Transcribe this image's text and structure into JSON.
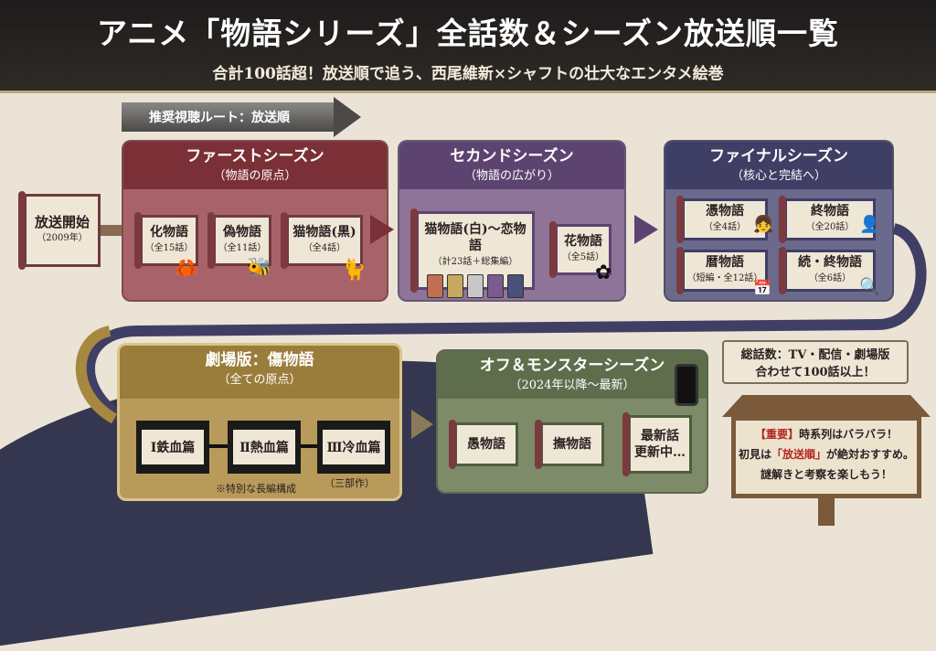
{
  "header": {
    "title": "アニメ「物語シリーズ」全話数＆シーズン放送順一覧",
    "subtitle": "合計100話超！放送順で追う、西尾維新×シャフトの壮大なエンタメ絵巻"
  },
  "route": "推奨視聴ルート：放送順",
  "start": {
    "label": "放送開始",
    "year": "（2009年）"
  },
  "first": {
    "title": "ファーストシーズン",
    "sub": "（物語の原点）",
    "items": [
      {
        "name": "化物語",
        "eps": "（全15話）",
        "icon": "crab-icon"
      },
      {
        "name": "偽物語",
        "eps": "（全11話）",
        "icon": "bee-icon"
      },
      {
        "name": "猫物語(黒)",
        "eps": "（全4話）",
        "icon": "cat-icon"
      }
    ]
  },
  "second": {
    "title": "セカンドシーズン",
    "sub": "（物語の広がり）",
    "items": [
      {
        "name": "猫物語(白)～恋物語",
        "eps": "（計23話＋総集編）",
        "icon": "books-icon"
      },
      {
        "name": "花物語",
        "eps": "（全5話）",
        "icon": "flower-icon"
      }
    ]
  },
  "final": {
    "title": "ファイナルシーズン",
    "sub": "（核心と完結へ）",
    "items": [
      {
        "name": "憑物語",
        "eps": "（全4話）",
        "icon": "doll-icon"
      },
      {
        "name": "終物語",
        "eps": "（全20話）",
        "icon": "silhouette-icon"
      },
      {
        "name": "暦物語",
        "eps": "（短編・全12話）",
        "icon": "calendar-icon"
      },
      {
        "name": "続・終物語",
        "eps": "（全6話）",
        "icon": "mirror-icon"
      }
    ]
  },
  "total_note": {
    "line1": "総話数：TV・配信・劇場版",
    "line2": "合わせて100話以上！"
  },
  "movie": {
    "title": "劇場版：傷物語",
    "sub": "（全ての原点）",
    "parts": [
      "Ⅰ鉄血篇",
      "Ⅱ熱血篇",
      "Ⅲ冷血篇"
    ],
    "trilogy": "（三部作）",
    "note": "※特別な長編構成"
  },
  "offmonster": {
    "title": "オフ＆モンスターシーズン",
    "sub": "（2024年以降～最新）",
    "items": [
      "愚物語",
      "撫物語",
      "最新話\n更新中…"
    ]
  },
  "sign": {
    "tag": "【重要】",
    "line1": "時系列はバラバラ！",
    "line2a": "初見は",
    "line2b": "「放送順」",
    "line2c": "が絶対おすすめ。",
    "line3": "謎解きと考察を楽しもう！"
  },
  "colors": {
    "first": "#7b2f37",
    "second": "#5d4470",
    "final": "#3f3f66",
    "movie": "#9a7d3a",
    "offmonster": "#5e6e4c"
  }
}
